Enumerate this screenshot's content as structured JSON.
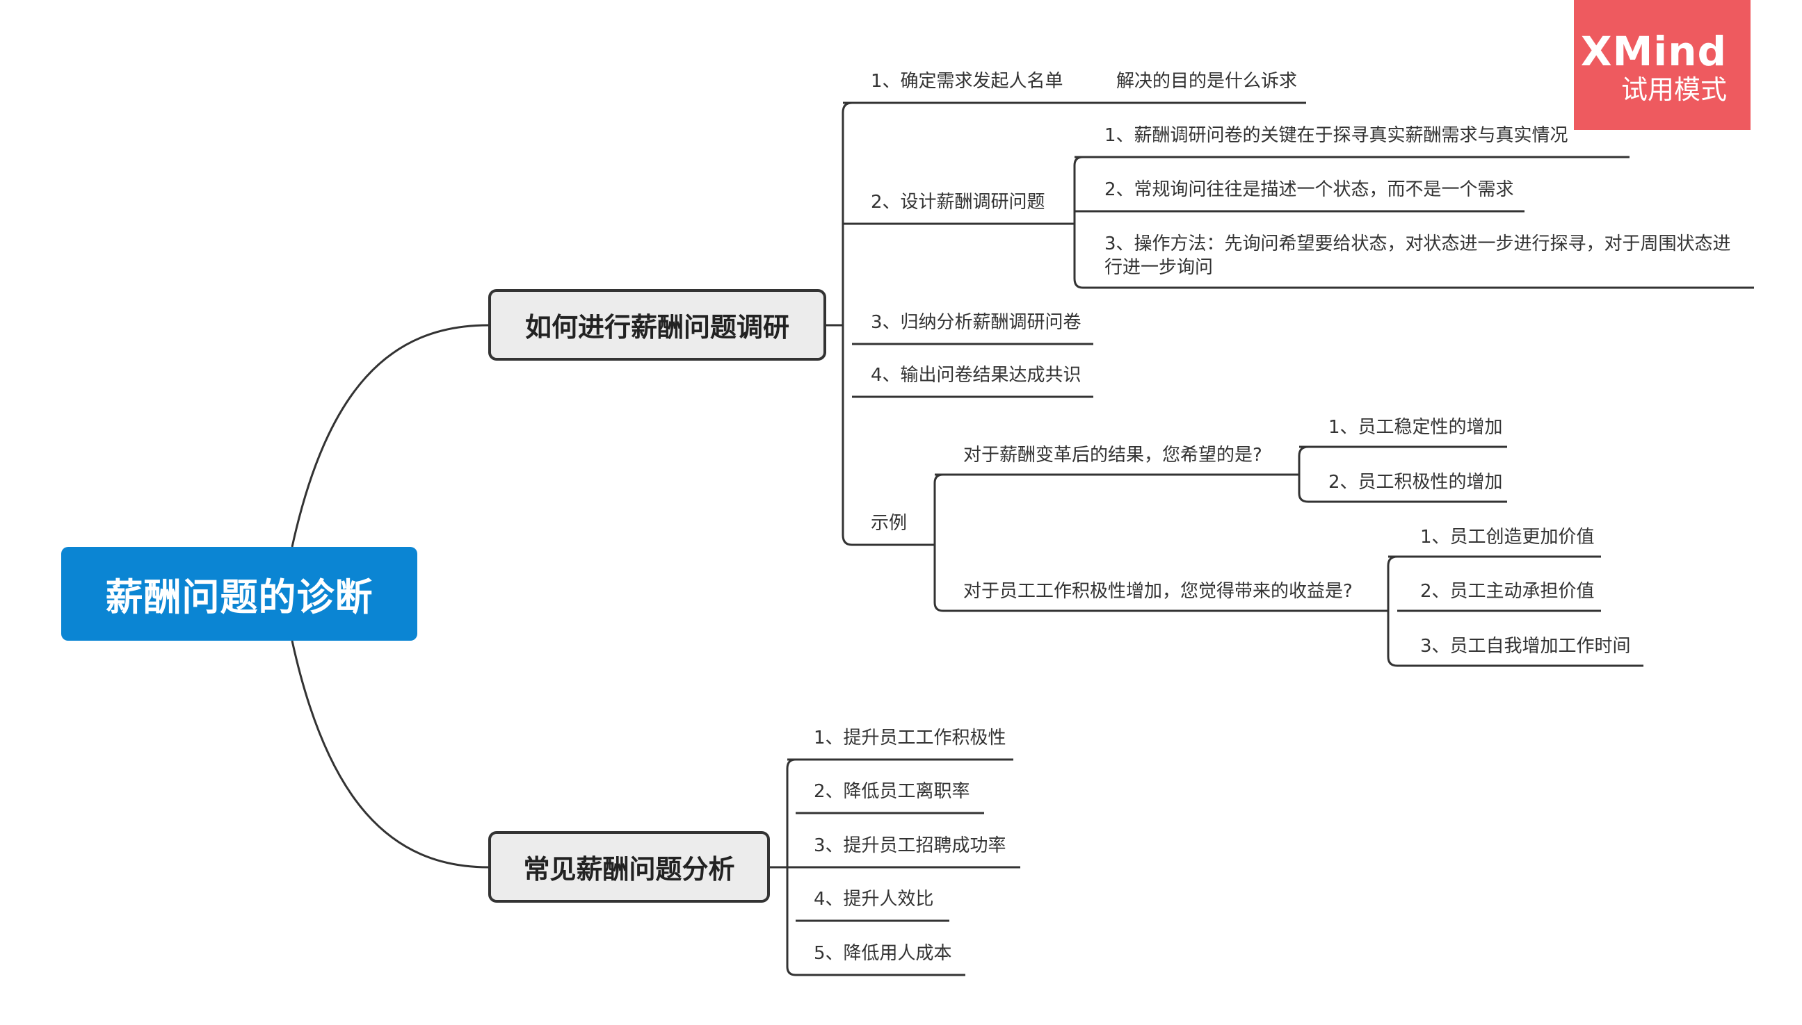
{
  "root": "薪酬问题的诊断",
  "branch1": {
    "title": "如何进行薪酬问题调研",
    "n1": "1、确定需求发起人名单",
    "n1_child": "解决的目的是什么诉求",
    "n2": "2、设计薪酬调研问题",
    "n2_children": [
      "1、薪酬调研问卷的关键在于探寻真实薪酬需求与真实情况",
      "2、常规询问往往是描述一个状态，而不是一个需求",
      "3、操作方法：先询问希望要给状态，对状态进一步进行探寻，对于周围状态进行进一步询问"
    ],
    "n3": "3、归纳分析薪酬调研问卷",
    "n4": "4、输出问卷结果达成共识",
    "example": "示例",
    "q1": "对于薪酬变革后的结果，您希望的是?",
    "q1_answers": [
      "1、员工稳定性的增加",
      "2、员工积极性的增加"
    ],
    "q2": "对于员工工作积极性增加，您觉得带来的收益是?",
    "q2_answers": [
      "1、员工创造更加价值",
      "2、员工主动承担价值",
      "3、员工自我增加工作时间"
    ]
  },
  "branch2": {
    "title": "常见薪酬问题分析",
    "items": [
      "1、提升员工工作积极性",
      "2、降低员工离职率",
      "3、提升员工招聘成功率",
      "4、提升人效比",
      "5、降低用人成本"
    ]
  },
  "watermark": {
    "brand": "XMind",
    "mode": "试用模式"
  }
}
